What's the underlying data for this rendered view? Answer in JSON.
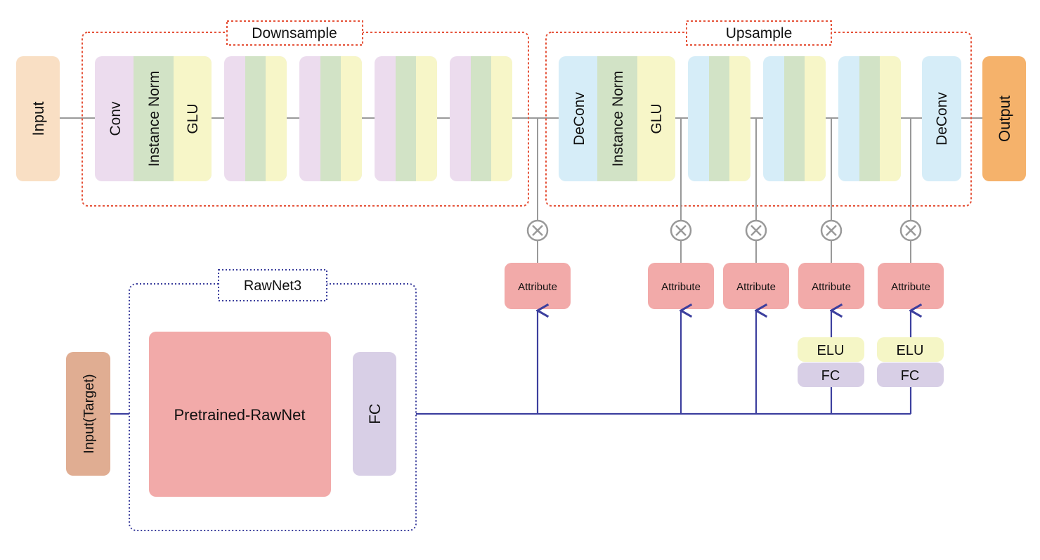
{
  "input_label": "Input",
  "output_label": "Output",
  "downsample": {
    "title": "Downsample",
    "block_labels": [
      "Conv",
      "Instance Norm",
      "GLU"
    ]
  },
  "upsample": {
    "title": "Upsample",
    "block_labels": [
      "DeConv",
      "Instance Norm",
      "GLU"
    ],
    "final_label": "DeConv"
  },
  "rawnet": {
    "title": "RawNet3",
    "input_label": "Input(Target)",
    "pretrained_label": "Pretrained-RawNet",
    "fc_label": "FC"
  },
  "attributes": [
    {
      "label": "Attribute"
    },
    {
      "label": "Attribute"
    },
    {
      "label": "Attribute"
    },
    {
      "label": "Attribute",
      "elu": "ELU",
      "fc": "FC"
    },
    {
      "label": "Attribute",
      "elu": "ELU",
      "fc": "FC"
    }
  ],
  "multiply_symbol": "×",
  "colors": {
    "input": "#f9dfc4",
    "output": "#f5b26b",
    "conv": "#ecdcee",
    "norm": "#d2e3c6",
    "glu": "#f7f6c8",
    "deconv": "#d6edf8",
    "attribute": "#f2aaa9",
    "pretrained": "#f2aaa9",
    "fc": "#d8cfe6",
    "input_target": "#e0ad92",
    "elu": "#f5f6c6",
    "red_dash": "#e5533a",
    "blue_dash": "#3a3d9c",
    "blue_line": "#3c3f9e",
    "gray_line": "#999999"
  }
}
